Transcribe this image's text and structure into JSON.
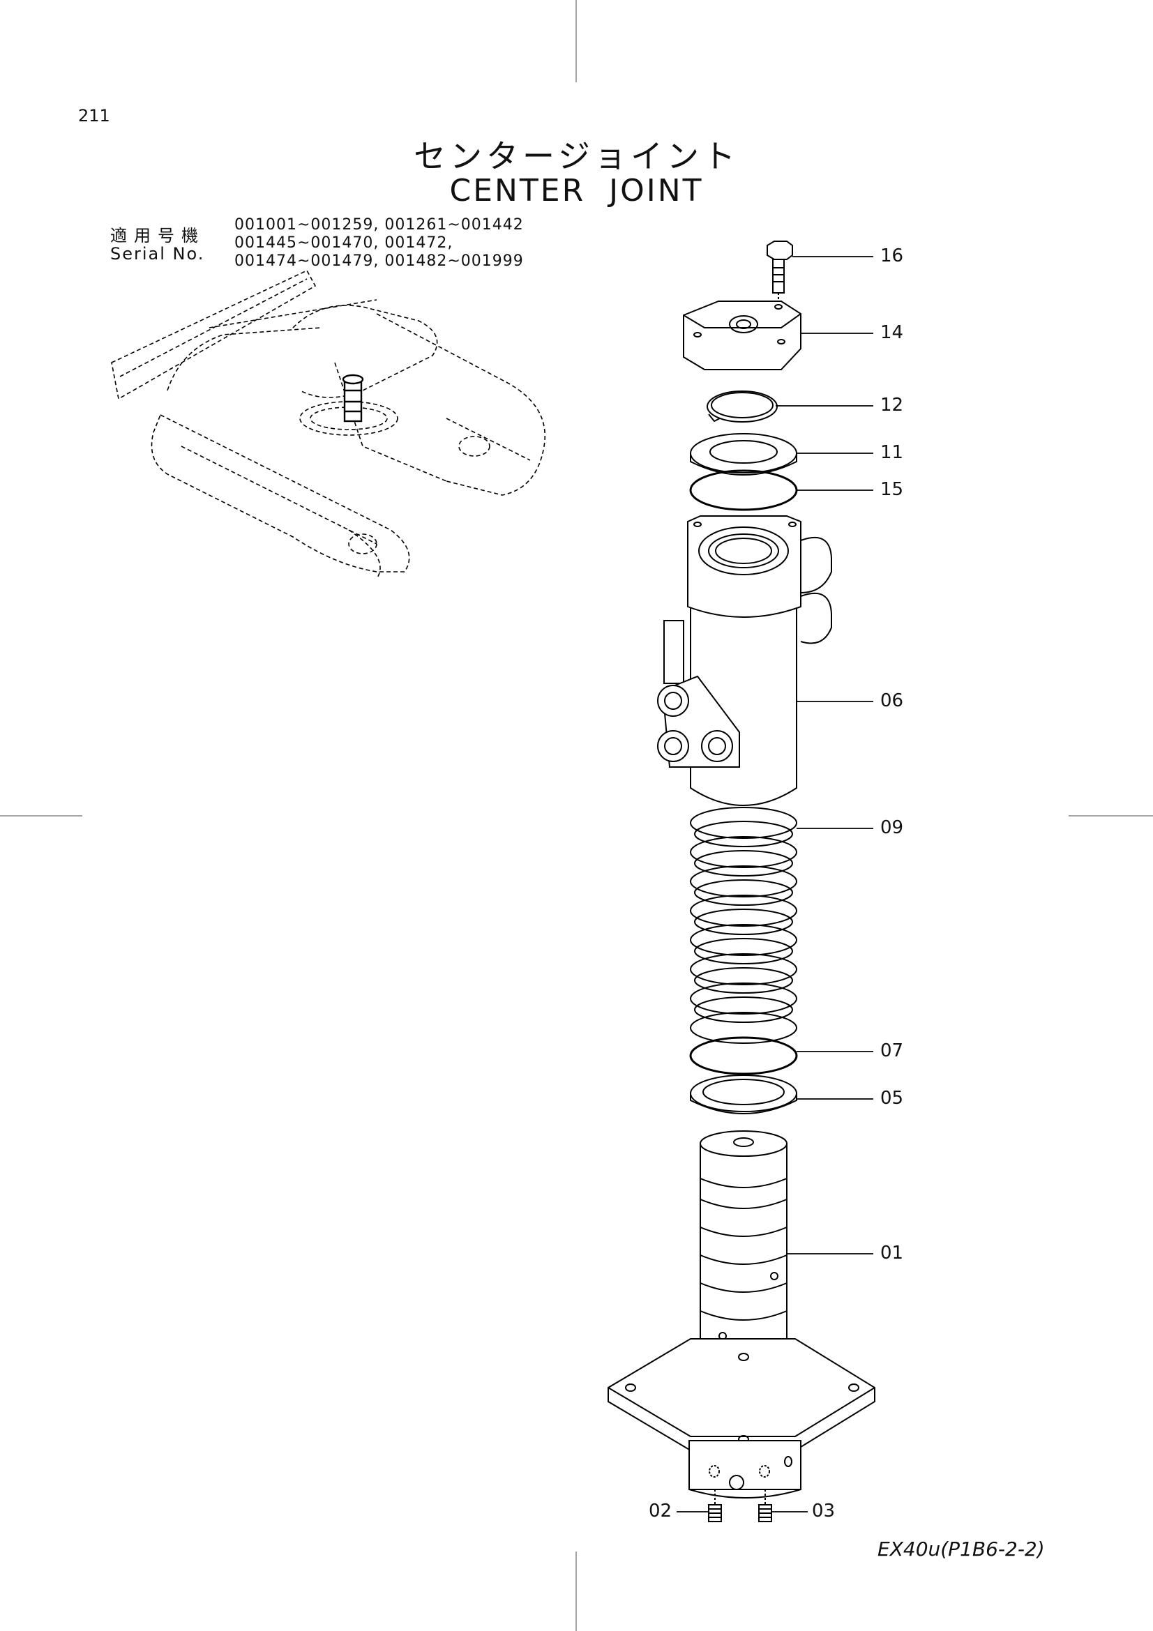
{
  "page_number": "211",
  "title": {
    "japanese": "センタージョイント",
    "english": "CENTER  JOINT"
  },
  "serial": {
    "label_jp": "適用号機",
    "label_en": "Serial No.",
    "ranges": [
      "001001~001259, 001261~001442",
      "001445~001470, 001472,",
      "001474~001479, 001482~001999"
    ]
  },
  "model_code": "EX40u(P1B6-2-2)",
  "callouts": {
    "c16": "16",
    "c14": "14",
    "c12": "12",
    "c11": "11",
    "c15": "15",
    "c06": "06",
    "c09": "09",
    "c07": "07",
    "c05": "05",
    "c01": "01",
    "c02": "02",
    "c03": "03"
  }
}
